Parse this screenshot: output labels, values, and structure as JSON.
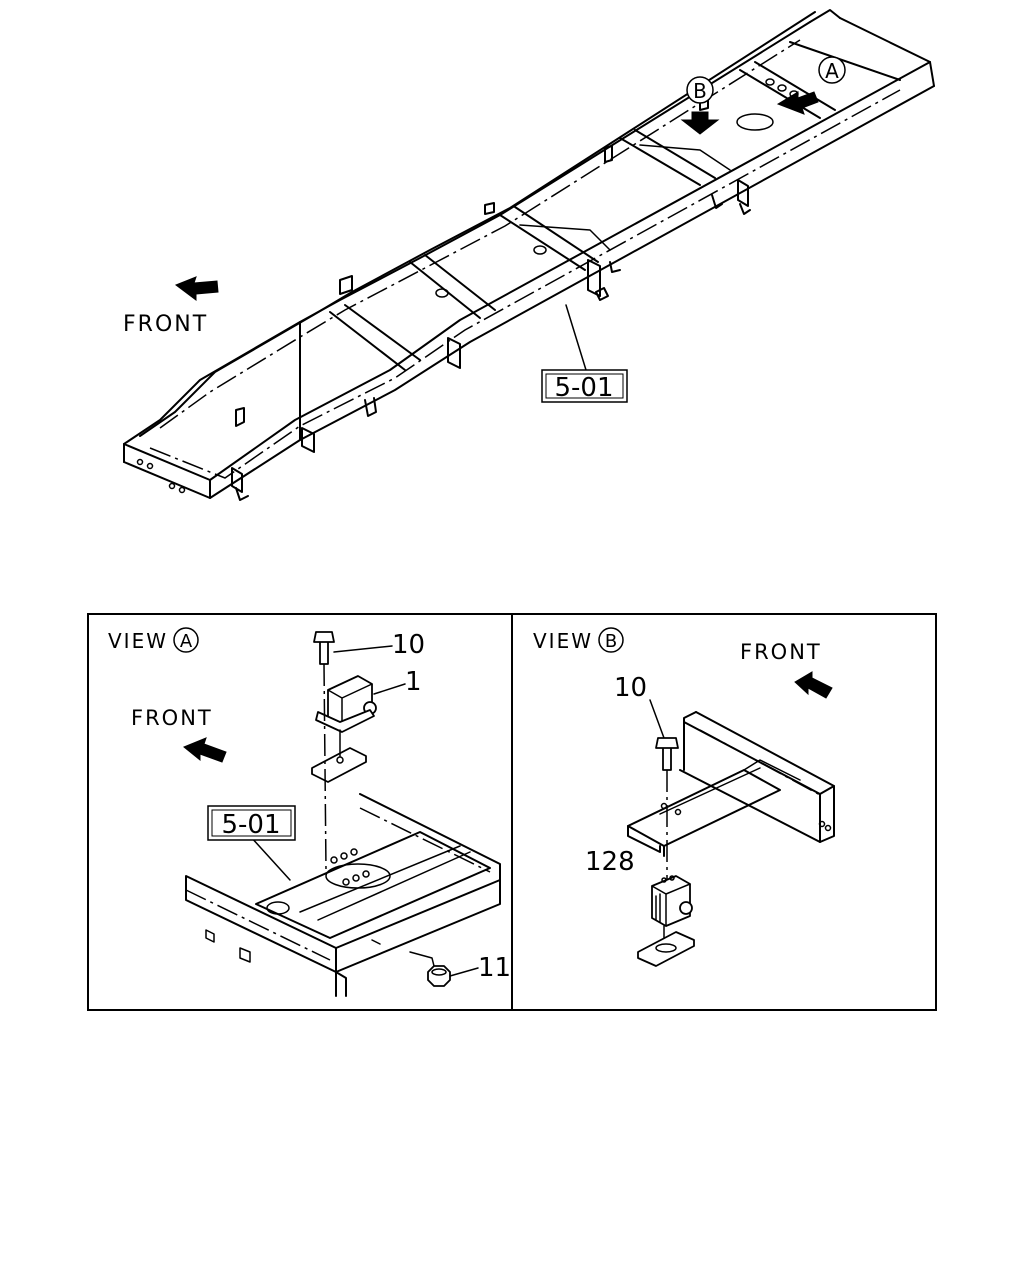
{
  "overview": {
    "front_label": "FRONT",
    "ref_box": "5-01",
    "callout_a": "A",
    "callout_b": "B"
  },
  "view_a": {
    "title_prefix": "VIEW",
    "title_letter": "A",
    "front_label": "FRONT",
    "ref_box": "5-01",
    "part_bolt": "10",
    "part_bracket": "1",
    "part_nut": "11"
  },
  "view_b": {
    "title_prefix": "VIEW",
    "title_letter": "B",
    "front_label": "FRONT",
    "part_bolt": "10",
    "part_bracket": "128"
  }
}
